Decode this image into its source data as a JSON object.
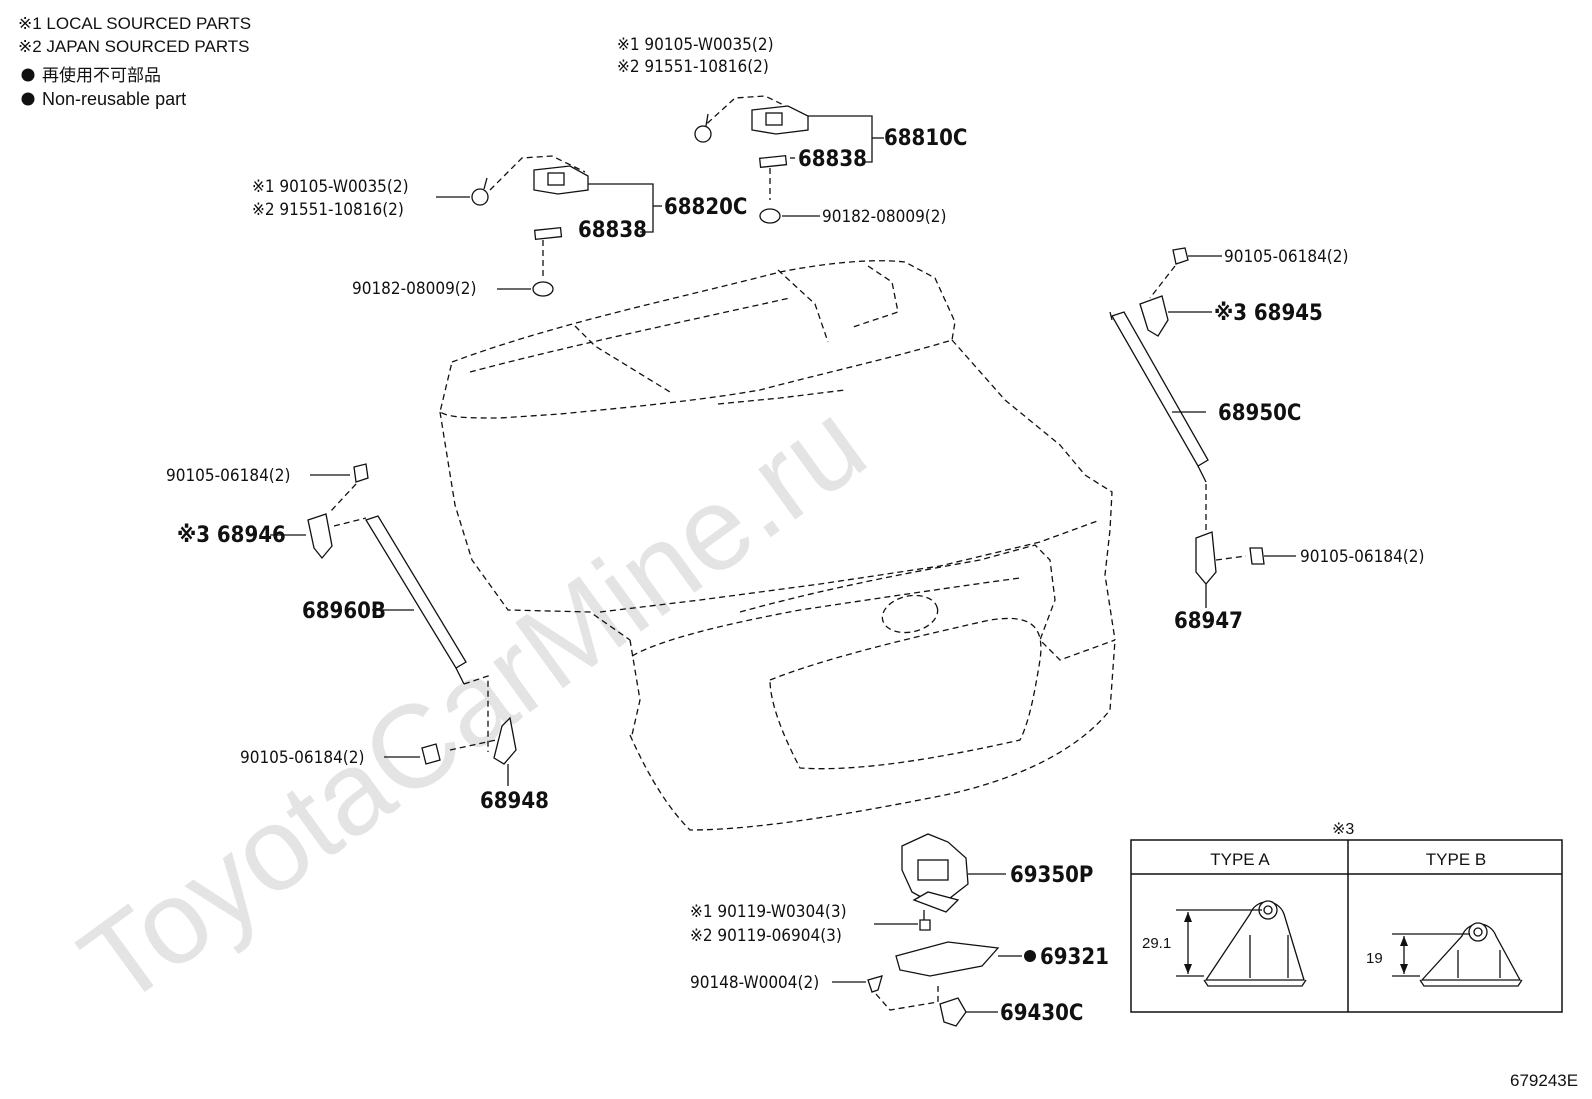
{
  "legend": {
    "note1": "※1  LOCAL SOURCED PARTS",
    "note2": "※2  JAPAN SOURCED PARTS",
    "nonreusable_jp": "再使用不可部品",
    "nonreusable_en": "Non-reusable part"
  },
  "watermark": "ToyotaCarMine.ru",
  "diagram_code": "679243E",
  "labels": {
    "hinge_r_bolt_1": "※1 90105-W0035(2)",
    "hinge_r_bolt_2": "※2 91551-10816(2)",
    "hinge_r": "68810C",
    "hinge_r_shim": "68838",
    "hinge_r_nut": "90182-08009(2)",
    "hinge_l_bolt_1": "※1 90105-W0035(2)",
    "hinge_l_bolt_2": "※2 91551-10816(2)",
    "hinge_l": "68820C",
    "hinge_l_shim": "68838",
    "hinge_l_nut": "90182-08009(2)",
    "bolt_r_upper": "90105-06184(2)",
    "bracket_r_upper": "※3 68945",
    "stay_r": "68950C",
    "bolt_r_lower": "90105-06184(2)",
    "bracket_r_lower": "68947",
    "bolt_l_upper": "90105-06184(2)",
    "bracket_l_upper": "※3 68946",
    "stay_l": "68960B",
    "bolt_l_lower": "90105-06184(2)",
    "bracket_l_lower": "68948",
    "lock": "69350P",
    "lock_bolt_1": "※1 90119-W0304(3)",
    "lock_bolt_2": "※2 90119-06904(3)",
    "lock_cover": "69321",
    "screw": "90148-W0004(2)",
    "striker": "69430C"
  },
  "types_table": {
    "note": "※3",
    "type_a": "TYPE A",
    "type_b": "TYPE B",
    "dim_a": "29.1",
    "dim_b": "19"
  }
}
